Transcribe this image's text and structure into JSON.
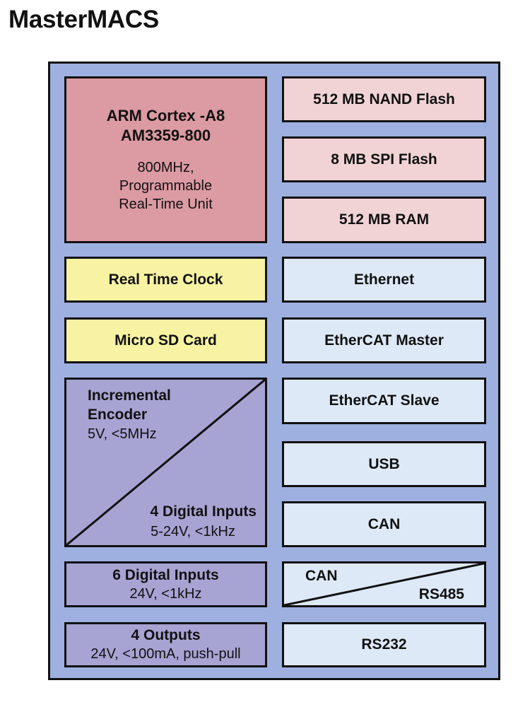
{
  "title": "MasterMACS",
  "colors": {
    "board": "#9eb0df",
    "cpu": "#dc9aa2",
    "memory": "#f1d3d6",
    "peripheral": "#f7f3a2",
    "io": "#a7a3d3",
    "interface": "#dde9f7"
  },
  "cpu": {
    "line1": "ARM Cortex -A8",
    "line2": "AM3359-800",
    "desc1": "800MHz,",
    "desc2": "Programmable",
    "desc3": "Real-Time Unit"
  },
  "memory": {
    "nand": "512 MB NAND Flash",
    "spi": "8 MB SPI Flash",
    "ram": "512 MB RAM"
  },
  "peripherals": {
    "rtc": "Real Time Clock",
    "sd": "Micro SD Card"
  },
  "encoder": {
    "title1": "Incremental",
    "title2": "Encoder",
    "spec": "5V, <5MHz",
    "di_title": "4 Digital Inputs",
    "di_spec": "5-24V, <1kHz"
  },
  "digital_inputs": {
    "title": "6 Digital Inputs",
    "spec": "24V, <1kHz"
  },
  "outputs": {
    "title": "4 Outputs",
    "spec": "24V, <100mA, push-pull"
  },
  "interfaces": {
    "ethernet": "Ethernet",
    "ethercat_master": "EtherCAT Master",
    "ethercat_slave": "EtherCAT Slave",
    "usb": "USB",
    "can": "CAN",
    "can_rs485_top": "CAN",
    "can_rs485_bottom": "RS485",
    "rs232": "RS232"
  }
}
